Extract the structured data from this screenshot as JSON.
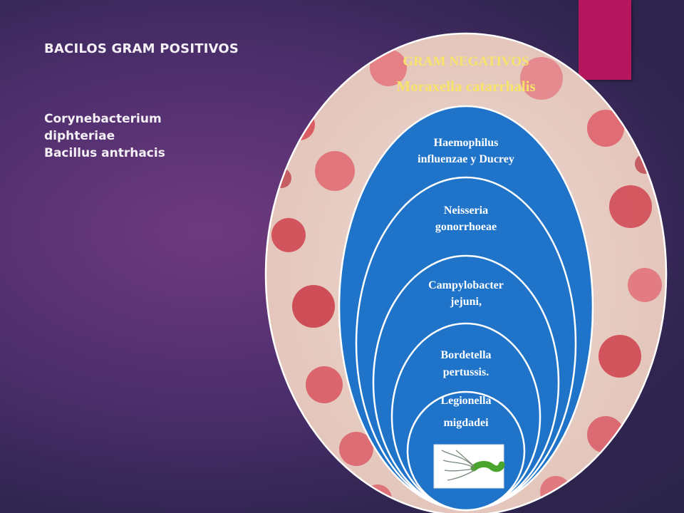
{
  "slide": {
    "heading": "BACILOS GRAM POSITIVOS",
    "species": [
      "Corynebacterium",
      "diphteriae",
      "Bacillus antrhacis"
    ]
  },
  "diagram": {
    "outer_title": "GRAM  NEGATIVOS",
    "outer_subtitle": "Moraxella catarrhalis",
    "rings": [
      [
        "Haemophilus",
        "influenzae  y Ducrey"
      ],
      [
        "Neisseria",
        "gonorrhoeae"
      ],
      [
        "Campylobacter",
        "jejuni,"
      ],
      [
        "Bordetella",
        "pertussis."
      ],
      [
        "Legionella",
        "migdadei"
      ]
    ]
  },
  "colors": {
    "accent": "#b5165e",
    "ring_fill": "#1f74c9",
    "outer_text": "#f7e36a",
    "background": "#3a2a5c"
  }
}
